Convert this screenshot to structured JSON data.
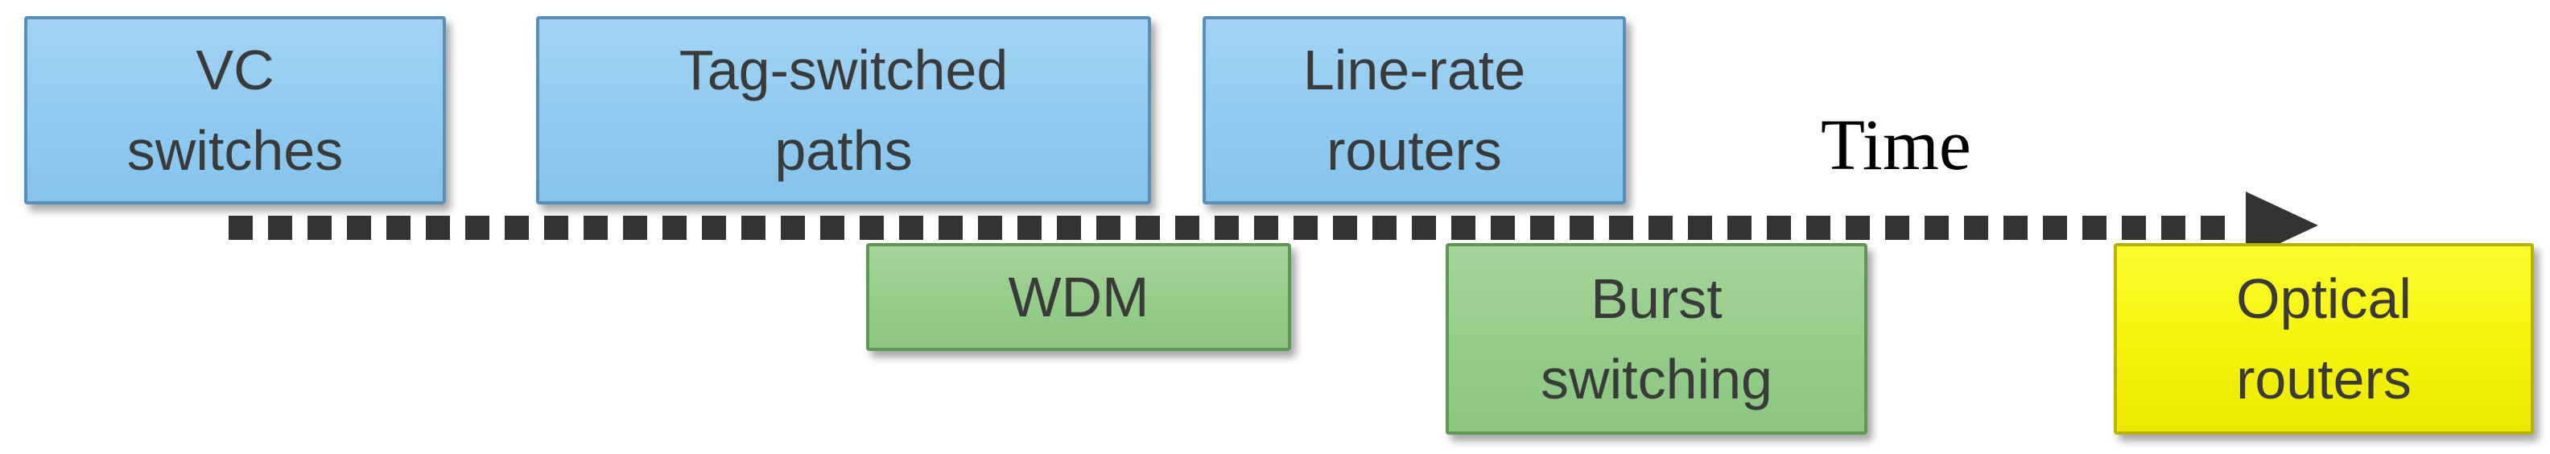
{
  "diagram": {
    "time_label": "Time",
    "top_boxes": [
      {
        "lines": [
          "VC",
          "switches"
        ]
      },
      {
        "lines": [
          "Tag-switched",
          "paths"
        ]
      },
      {
        "lines": [
          "Line-rate",
          "routers"
        ]
      }
    ],
    "bottom_boxes": [
      {
        "lines": [
          "WDM"
        ]
      },
      {
        "lines": [
          "Burst",
          "switching"
        ]
      },
      {
        "lines": [
          "Optical",
          "routers"
        ]
      }
    ],
    "colors": {
      "top_fill": "#8fcaf0",
      "mid_fill": "#94cc89",
      "future_fill": "#f4f206",
      "arrow": "#333333"
    },
    "arrow_direction": "right"
  }
}
